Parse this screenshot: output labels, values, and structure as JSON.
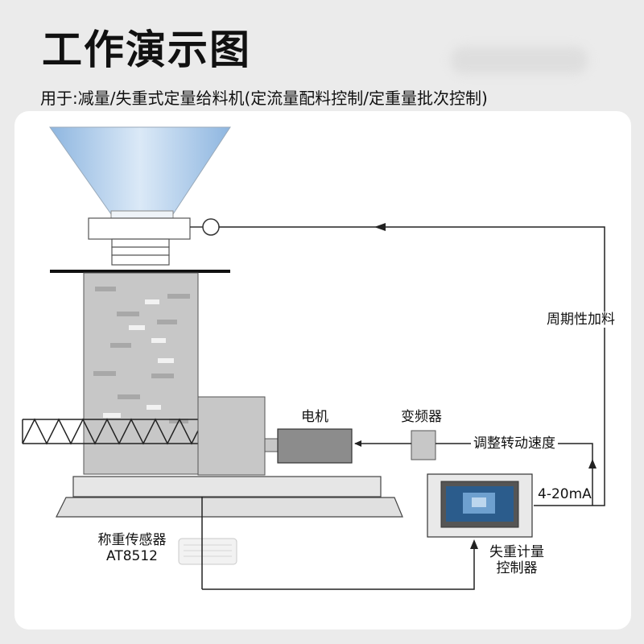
{
  "header": {
    "title": "工作演示图",
    "subtitle": "用于:减量/失重式定量给料机(定流量配料控制/定重量批次控制)"
  },
  "labels": {
    "motor": "电机",
    "inverter": "变频器",
    "periodic_feed": "周期性加料",
    "adjust_speed": "调整转动速度",
    "signal": "4-20mA",
    "sensor_line1": "称重传感器",
    "sensor_line2": "AT8512",
    "controller_line1": "失重计量",
    "controller_line2": "控制器"
  },
  "colors": {
    "hopper_blue": "#a9c9ea",
    "bin_gray": "#c7c7c7",
    "motor_gray": "#8c8c8c",
    "line": "#222222"
  }
}
